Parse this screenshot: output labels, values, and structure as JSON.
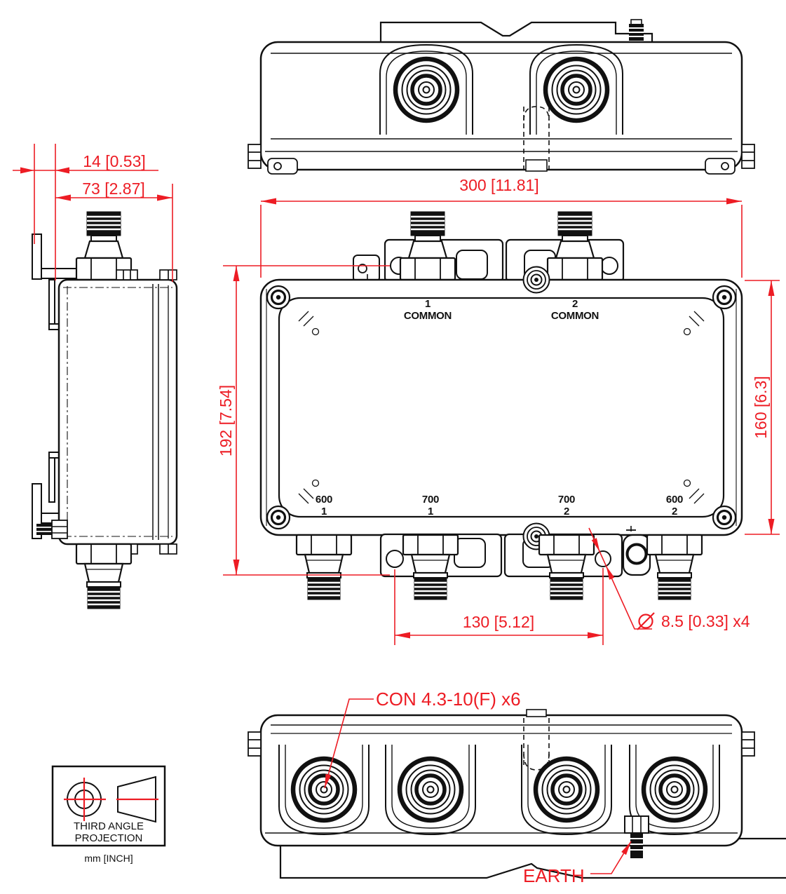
{
  "colors": {
    "line": "#111111",
    "dimension_red": "#ed1c24",
    "background": "#ffffff"
  },
  "dimensions": {
    "bracket_offset": "14 [0.53]",
    "depth": "73 [2.87]",
    "overall_width": "300 [11.81]",
    "mounting_height": "192 [7.54]",
    "body_height": "160 [6.3]",
    "hole_spacing": "130 [5.12]",
    "hole_size": "8.5 [0.33]  x4"
  },
  "callouts": {
    "connector": "CON 4.3-10(F) x6",
    "earth": "EARTH"
  },
  "front_view": {
    "top_ports": [
      {
        "num": "1",
        "name": "COMMON"
      },
      {
        "num": "2",
        "name": "COMMON"
      }
    ],
    "bottom_ports": [
      {
        "band": "600",
        "num": "1"
      },
      {
        "band": "700",
        "num": "1"
      },
      {
        "band": "700",
        "num": "2"
      },
      {
        "band": "600",
        "num": "2"
      }
    ]
  },
  "projection": {
    "line1": "THIRD ANGLE",
    "line2": "PROJECTION",
    "units": "mm [INCH]"
  }
}
